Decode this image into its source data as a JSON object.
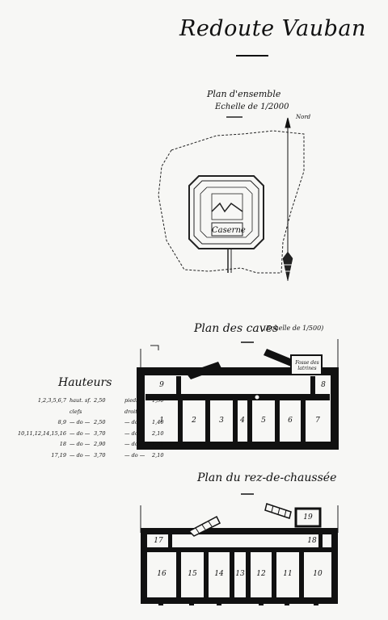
{
  "title": "Redoute Vauban",
  "plan_ensemble": {
    "title": "Plan d'ensemble",
    "scale": "Echelle de 1/2000",
    "north_label": "Nord",
    "building_label": "Caserne"
  },
  "plan_caves": {
    "title": "Plan des caves",
    "scale": "(Echelle de 1/500)",
    "latrines_label": "Fosse des latrines",
    "rooms": [
      "1",
      "2",
      "3",
      "4",
      "5",
      "6",
      "7",
      "8",
      "9"
    ]
  },
  "plan_rdc": {
    "title": "Plan du rez-de-chaussée",
    "rooms": [
      "10",
      "11",
      "12",
      "13",
      "14",
      "15",
      "16",
      "17",
      "18",
      "19"
    ]
  },
  "hauteurs": {
    "title": "Hauteurs",
    "rows": [
      {
        "rooms": "1,2,3,5,6,7",
        "label": "haut. sf. clefs",
        "value": "2,50",
        "label2": "pieds droits",
        "value2": "1,50"
      },
      {
        "rooms": "8,9",
        "label": "— do —",
        "value": "2,50",
        "label2": "— do —",
        "value2": "1,40"
      },
      {
        "rooms": "10,11,12,14,15,16",
        "label": "— do —",
        "value": "3,70",
        "label2": "— do —",
        "value2": "2,10"
      },
      {
        "rooms": "18",
        "label": "— do —",
        "value": "2,90",
        "label2": "— do —",
        "value2": "1,55"
      },
      {
        "rooms": "17,19",
        "label": "— do —",
        "value": "3,70",
        "label2": "— do —",
        "value2": "2,10"
      }
    ]
  }
}
